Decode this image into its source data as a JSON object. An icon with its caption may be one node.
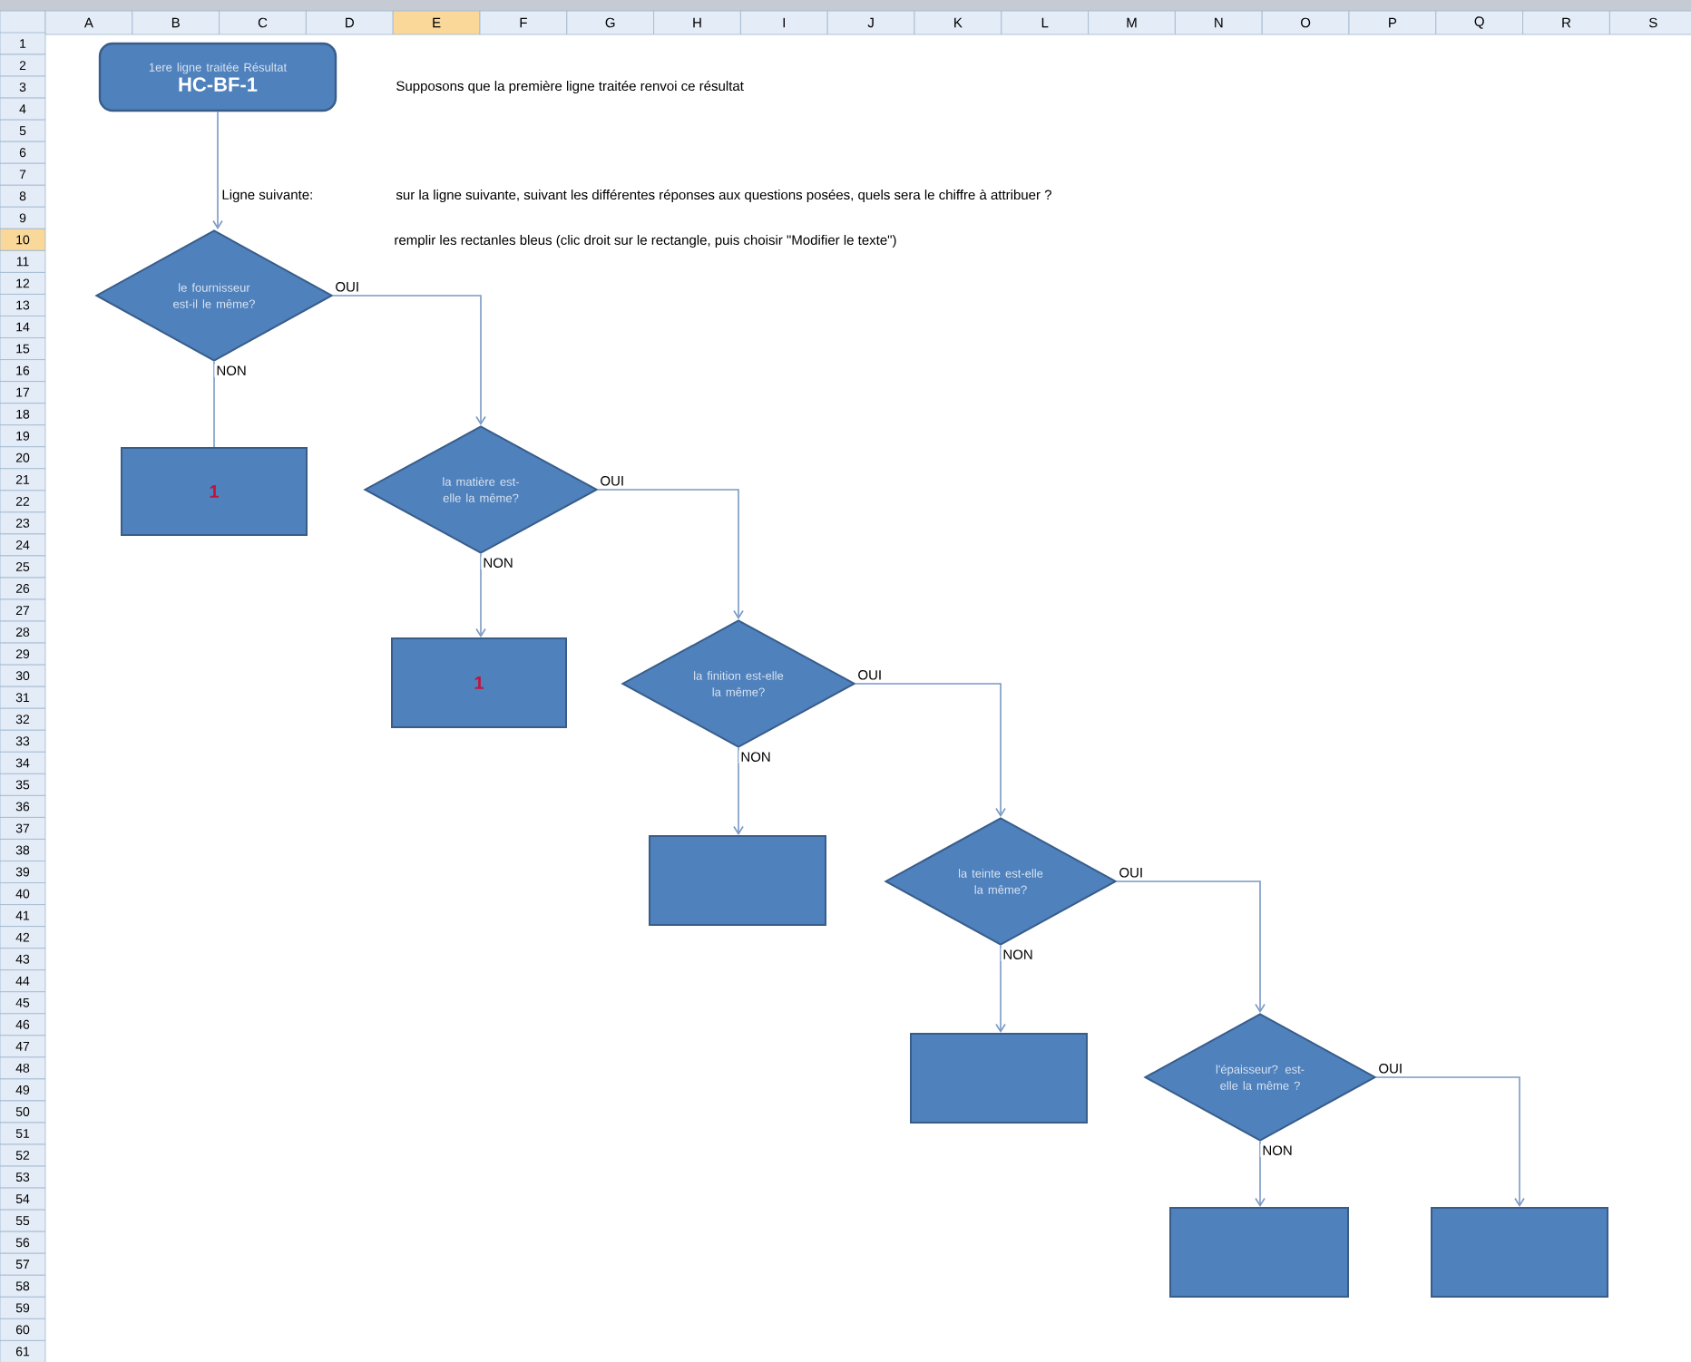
{
  "diagram": {
    "nodes": [
      {
        "text": [
          "1ere ligne traitée Résultat",
          "HC-BF-1"
        ]
      },
      {
        "text": [
          "le fournisseur est-il le même?"
        ]
      },
      {
        "text": [
          "1"
        ]
      },
      {
        "text": [
          "la matière est-elle la même?"
        ]
      },
      {
        "text": [
          "1"
        ]
      },
      {
        "text": [
          "la finition est-elle la même?"
        ]
      },
      {
        "text": [],
        "shape": "box"
      },
      {
        "text": [
          "la teinte est-elle la même?"
        ]
      },
      {
        "text": [],
        "shape": "box"
      },
      {
        "text": [
          "l'épaisseur? est-elle la même ?"
        ]
      },
      {
        "text": [],
        "shape": "box"
      },
      {
        "text": [],
        "shape": "box"
      }
    ],
    "edges": [
      {
        "from": 0,
        "to": 1,
        "arrow": "to"
      },
      {
        "from": 1,
        "to": 2,
        "arrow": "none",
        "label": "NON"
      },
      {
        "from": 1,
        "to": 3,
        "arrow": "to",
        "label": "OUI"
      },
      {
        "from": 3,
        "to": 4,
        "arrow": "to",
        "label": "NON"
      },
      {
        "from": 3,
        "to": 5,
        "arrow": "to",
        "label": "OUI"
      },
      {
        "from": 5,
        "to": 6,
        "arrow": "to",
        "label": "NON"
      },
      {
        "from": 5,
        "to": 7,
        "arrow": "to",
        "label": "OUI"
      },
      {
        "from": 7,
        "to": 8,
        "arrow": "to",
        "label": "NON"
      },
      {
        "from": 7,
        "to": 9,
        "arrow": "to",
        "label": "OUI"
      },
      {
        "from": 9,
        "to": 10,
        "arrow": "to",
        "label": "NON"
      },
      {
        "from": 9,
        "to": 11,
        "arrow": "to",
        "label": "OUI"
      }
    ],
    "labels": [
      "A",
      "B",
      "C",
      "D",
      "E",
      "F",
      "G",
      "H",
      "I",
      "J",
      "K",
      "L",
      "M",
      "N",
      "O",
      "P",
      "Q",
      "R",
      "S",
      "1",
      "2",
      "3",
      "4",
      "5",
      "6",
      "7",
      "8",
      "9",
      "10",
      "11",
      "12",
      "13",
      "14",
      "15",
      "16",
      "17",
      "18",
      "19",
      "20",
      "21",
      "22",
      "23",
      "24",
      "25",
      "26",
      "27",
      "28",
      "29",
      "30",
      "31",
      "32",
      "33",
      "34",
      "35",
      "36",
      "37",
      "38",
      "39",
      "40",
      "41",
      "42",
      "43",
      "44",
      "45",
      "46",
      "47",
      "48",
      "49",
      "50",
      "51",
      "52",
      "53",
      "54",
      "55",
      "56",
      "57",
      "58",
      "59",
      "60",
      "61",
      "Supposons que la première ligne traitée renvoi ce résultat",
      "Ligne suivante:",
      "sur la ligne suivante, suivant les différentes réponses aux questions posées, quels sera le chiffre à attribuer ?",
      "remplir les rectanles bleus (clic droit sur le rectangle, puis choisir \"Modifier le texte\")"
    ]
  }
}
